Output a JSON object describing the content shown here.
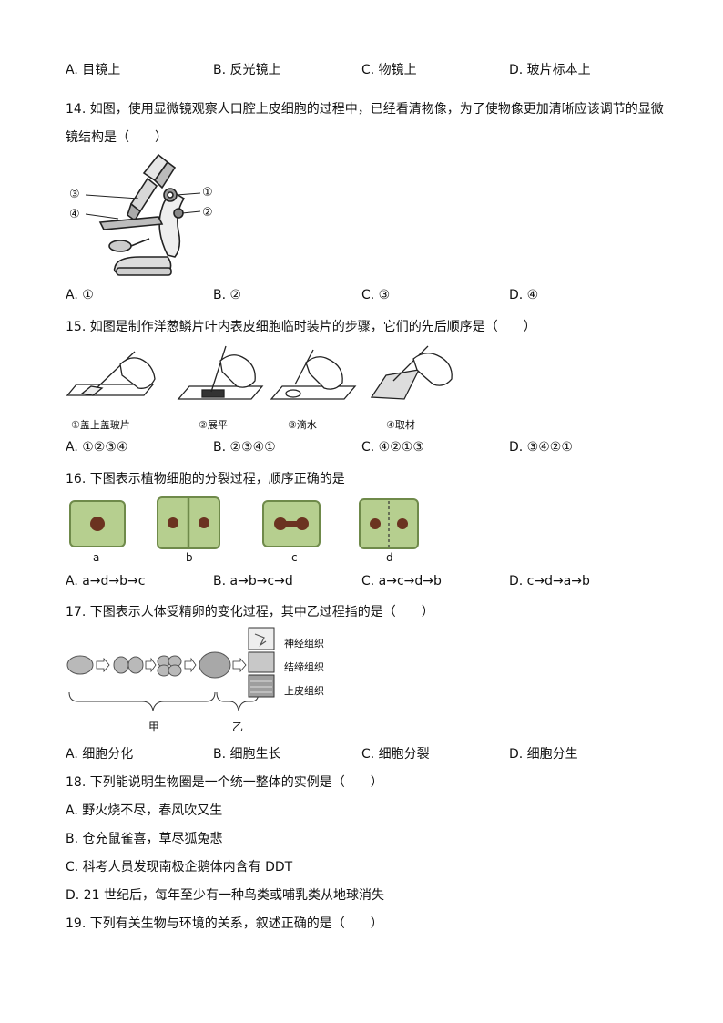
{
  "q13": {
    "options": [
      "A. 目镜上",
      "B. 反光镜上",
      "C. 物镜上",
      "D. 玻片标本上"
    ]
  },
  "q14": {
    "stem_line1": "14. 如图，使用显微镜观察人口腔上皮细胞的过程中，已经看清物像，为了使物像更加清晰应该调节的显微",
    "stem_line2": "镜结构是（　　）",
    "labels": [
      "③",
      "④",
      "①",
      "②"
    ],
    "options": [
      "A. ①",
      "B. ②",
      "C. ③",
      "D. ④"
    ]
  },
  "q15": {
    "stem": "15. 如图是制作洋葱鳞片叶内表皮细胞临时装片的步骤，它们的先后顺序是（　　）",
    "captions": [
      "①盖上盖玻片",
      "②展平",
      "③滴水",
      "④取材"
    ],
    "options": [
      "A. ①②③④",
      "B. ②③④①",
      "C. ④②①③",
      "D. ③④②①"
    ]
  },
  "q16": {
    "stem": "16. 下图表示植物细胞的分裂过程，顺序正确的是",
    "labels": [
      "a",
      "b",
      "c",
      "d"
    ],
    "options": [
      "A. a→d→b→c",
      "B. a→b→c→d",
      "C. a→c→d→b",
      "D. c→d→a→b"
    ]
  },
  "q17": {
    "stem": "17. 下图表示人体受精卵的变化过程，其中乙过程指的是（　　）",
    "tissues": [
      "神经组织",
      "结缔组织",
      "上皮组织"
    ],
    "brace_labels": [
      "甲",
      "乙"
    ],
    "options": [
      "A. 细胞分化",
      "B. 细胞生长",
      "C. 细胞分裂",
      "D. 细胞分生"
    ]
  },
  "q18": {
    "stem": "18. 下列能说明生物圈是一个统一整体的实例是（　　）",
    "options": [
      "A. 野火烧不尽，春风吹又生",
      "B. 仓充鼠雀喜，草尽狐兔悲",
      "C. 科考人员发现南极企鹅体内含有 DDT",
      "D. 21 世纪后，每年至少有一种鸟类或哺乳类从地球消失"
    ]
  },
  "q19": {
    "stem": "19. 下列有关生物与环境的关系，叙述正确的是（　　）"
  },
  "colors": {
    "cell_fill": "#b6cf8f",
    "cell_border": "#6f8a4a",
    "nucleus": "#6b3320"
  }
}
